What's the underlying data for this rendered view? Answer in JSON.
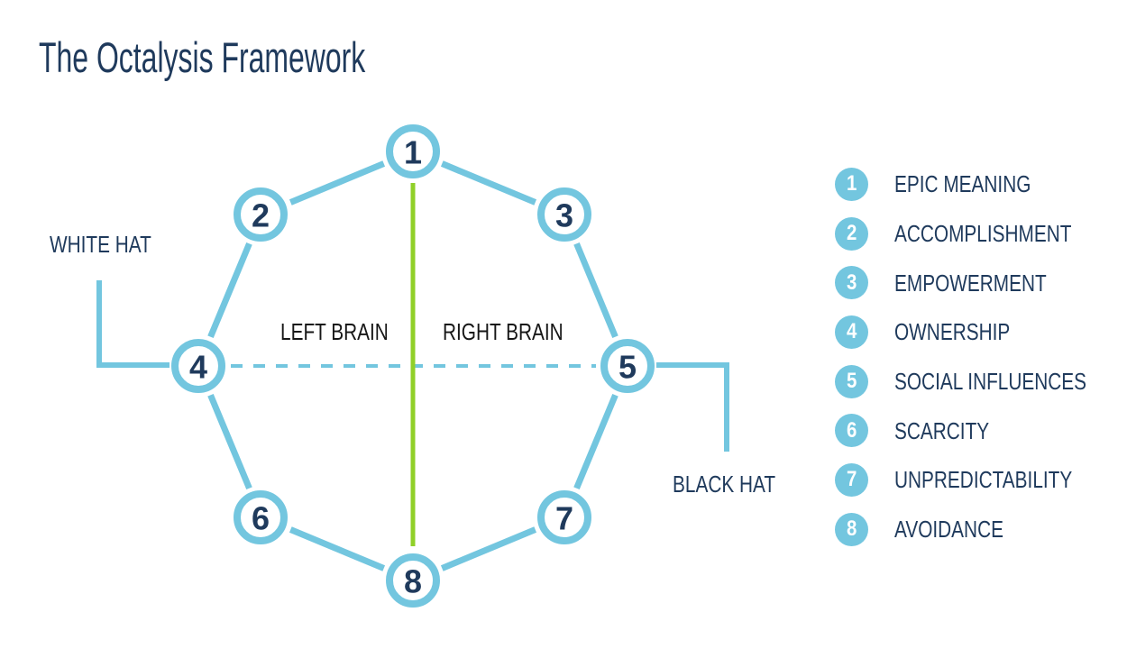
{
  "title": "The Octalysis Framework",
  "colors": {
    "accent_blue": "#73C6DF",
    "navy": "#1F3A5C",
    "green": "#90D028",
    "label_black": "#161616",
    "white": "#FFFFFF"
  },
  "diagram": {
    "nodes": [
      {
        "number": "1"
      },
      {
        "number": "2"
      },
      {
        "number": "3"
      },
      {
        "number": "4"
      },
      {
        "number": "5"
      },
      {
        "number": "6"
      },
      {
        "number": "7"
      },
      {
        "number": "8"
      }
    ],
    "hat_labels": {
      "white_hat": "WHITE HAT",
      "black_hat": "BLACK HAT"
    },
    "brain_labels": {
      "left_brain": "LEFT BRAIN",
      "right_brain": "RIGHT BRAIN"
    }
  },
  "legend": {
    "items": [
      {
        "number": "1",
        "label": "EPIC MEANING"
      },
      {
        "number": "2",
        "label": "ACCOMPLISHMENT"
      },
      {
        "number": "3",
        "label": "EMPOWERMENT"
      },
      {
        "number": "4",
        "label": "OWNERSHIP"
      },
      {
        "number": "5",
        "label": "SOCIAL INFLUENCES"
      },
      {
        "number": "6",
        "label": "SCARCITY"
      },
      {
        "number": "7",
        "label": "UNPREDICTABILITY"
      },
      {
        "number": "8",
        "label": "AVOIDANCE"
      }
    ]
  }
}
